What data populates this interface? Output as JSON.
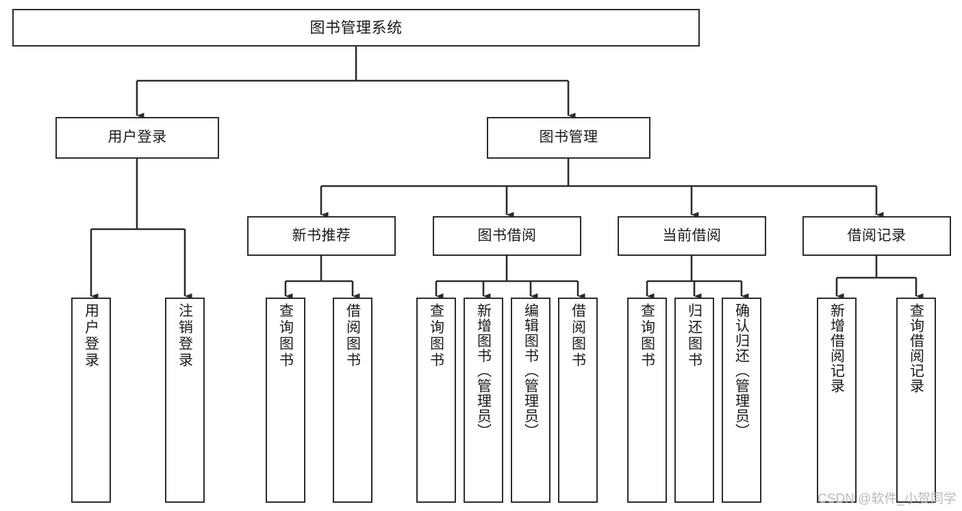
{
  "diagram": {
    "title": "图书管理系统",
    "type": "tree-hierarchy",
    "watermark": "CSDN @软件_小贺同学",
    "line_color": "#2b2b2b",
    "box_fill": "#ffffff",
    "text_color": "#1a1a1a",
    "watermark_color": "#b9b9b9"
  },
  "nodes": {
    "root": {
      "label": "图书管理系统"
    },
    "level1": [
      {
        "label": "用户登录"
      },
      {
        "label": "图书管理"
      }
    ],
    "level2": [
      {
        "label": "新书推荐"
      },
      {
        "label": "图书借阅"
      },
      {
        "label": "当前借阅"
      },
      {
        "label": "借阅记录"
      }
    ],
    "leaves": {
      "user_login": [
        {
          "label": "用户登录"
        },
        {
          "label": "注销登录"
        }
      ],
      "new_book": [
        {
          "label": "查询图书"
        },
        {
          "label": "借阅图书"
        }
      ],
      "book_borrow": [
        {
          "label": "查询图书"
        },
        {
          "label": "新增图书（管理员）"
        },
        {
          "label": "编辑图书（管理员）"
        },
        {
          "label": "借阅图书"
        }
      ],
      "current_borrow": [
        {
          "label": "查询图书"
        },
        {
          "label": "归还图书"
        },
        {
          "label": "确认归还（管理员）"
        }
      ],
      "borrow_record": [
        {
          "label": "新增借阅记录"
        },
        {
          "label": "查询借阅记录"
        }
      ]
    }
  }
}
